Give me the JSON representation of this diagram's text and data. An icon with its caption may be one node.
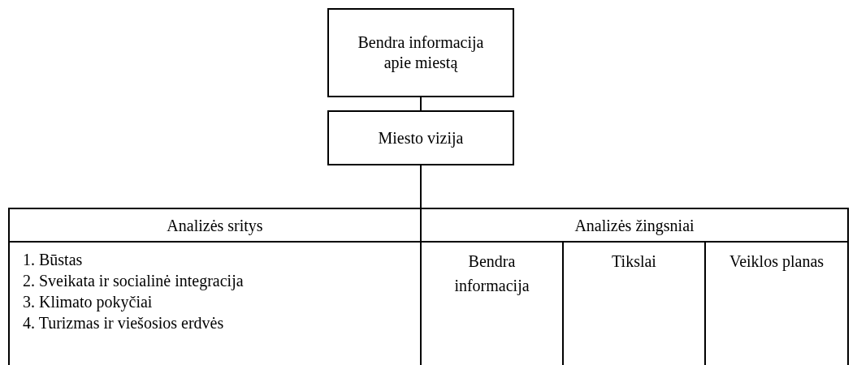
{
  "diagram": {
    "nodes": [
      {
        "text": [
          "Bendra informacija apie miestą"
        ]
      },
      {
        "text": [
          "Miesto vizija"
        ]
      },
      {
        "text": [],
        "shape": "box"
      },
      {
        "text": [
          "Analizės sritys",
          "1. Būstas",
          "2. Sveikata ir socialinė integracija",
          "3. Klimato pokyčiai",
          "4. Turizmas ir viešosios erdvės"
        ],
        "in": 2
      },
      {
        "text": [
          "Analizės žingsniai"
        ],
        "in": 2
      },
      {
        "text": [
          "Bendra informacija"
        ],
        "in": 4
      },
      {
        "text": [
          "Tikslai"
        ],
        "in": 4
      },
      {
        "text": [
          "Veiklos planas"
        ],
        "in": 4
      }
    ],
    "edges": [
      {
        "from": 0,
        "to": 1,
        "arrow": "none"
      },
      {
        "from": 1,
        "to": 2,
        "arrow": "none"
      }
    ]
  }
}
